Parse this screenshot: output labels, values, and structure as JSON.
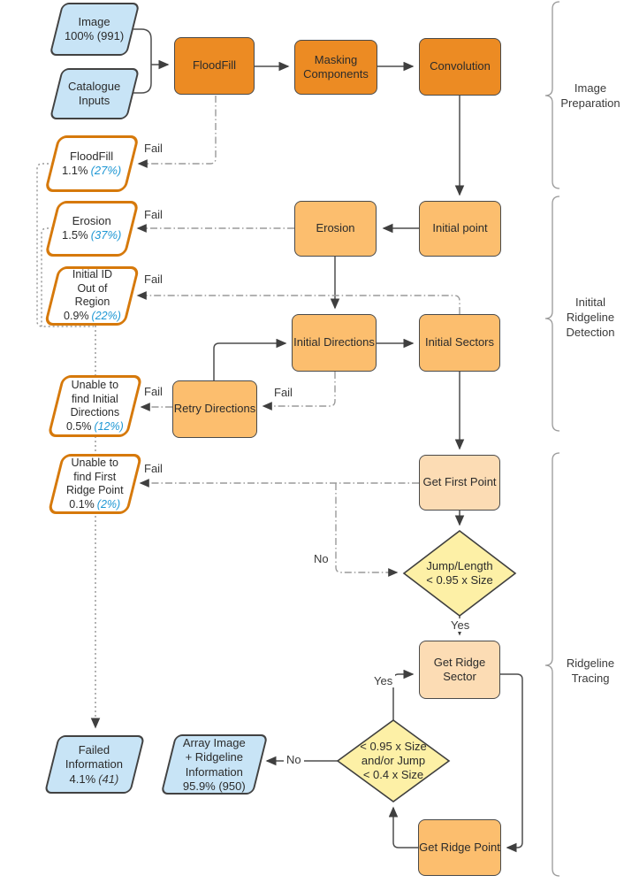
{
  "nodes": {
    "image_input": "Image\n100% (991)",
    "catalogue_inputs": "Catalogue\nInputs",
    "floodfill": "FloodFill",
    "masking_components": "Masking\nComponents",
    "convolution": "Convolution",
    "erosion": "Erosion",
    "initial_point": "Initial point",
    "initial_directions": "Initial Directions",
    "initial_sectors": "Initial Sectors",
    "retry_directions": "Retry Directions",
    "get_first_point": "Get First Point",
    "decision_jump_length": "Jump/Length\n< 0.95 x Size",
    "get_ridge_sector": "Get Ridge\nSector",
    "decision_size_jump": "< 0.95 x Size\nand/or Jump\n< 0.4 x Size",
    "get_ridge_point": "Get Ridge Point",
    "array_image_output": "Array Image\n+ Ridgeline\nInformation\n95.9% (950)"
  },
  "fail_nodes": {
    "floodfill_fail": {
      "text": "FloodFill\n1.1%",
      "pct": "(27%)"
    },
    "erosion_fail": {
      "text": "Erosion\n1.5%",
      "pct": "(37%)"
    },
    "initial_id_fail": {
      "text": "Initial ID\nOut of\nRegion\n0.9%",
      "pct": "(22%)"
    },
    "initial_directions_fail": {
      "text": "Unable to\nfind Initial\nDirections\n0.5%",
      "pct": "(12%)"
    },
    "first_ridge_point_fail": {
      "text": "Unable to\nfind First\nRidge Point\n0.1%",
      "pct": "(2%)"
    },
    "failed_information": {
      "text": "Failed\nInformation\n4.1%",
      "pct": "(41)"
    }
  },
  "labels": {
    "fail": "Fail",
    "yes": "Yes",
    "no": "No"
  },
  "sections": {
    "image_preparation": "Image\nPreparation",
    "ridgeline_detection": "Initital\nRidgeline\nDetection",
    "ridgeline_tracing": "Ridgeline\nTracing"
  },
  "colors": {
    "process_dark_orange": "#EC8B23",
    "process_medium_orange": "#FCBE6E",
    "process_light_orange": "#FCDCB4",
    "decision_yellow": "#FDF0A6",
    "io_blue": "#C8E4F6",
    "fail_border_orange": "#D6790B",
    "pct_blue": "#1E97D4",
    "connector_gray": "#999999",
    "solid_line": "#4d4d4d"
  }
}
